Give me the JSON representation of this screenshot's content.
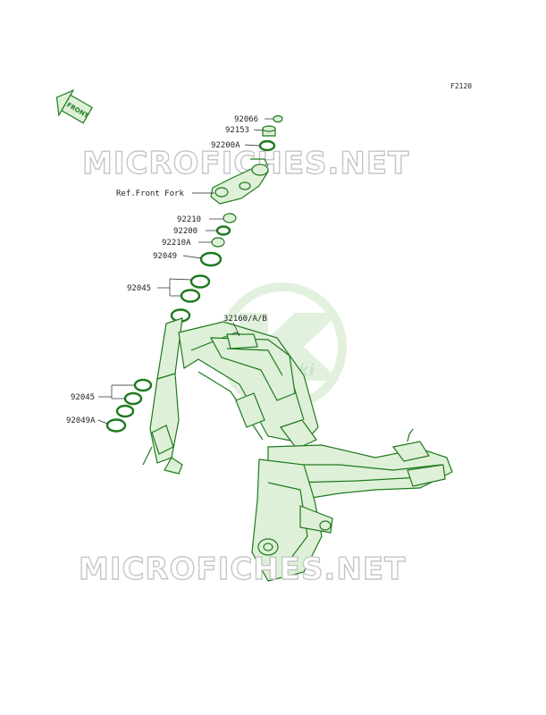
{
  "figure_code": "F2120",
  "direction_badge": "FRONT",
  "watermark_text": "MICROFICHES.NET",
  "center_logo_text": "Kawasaki",
  "part_labels": {
    "p92066": "92066",
    "p92153": "92153",
    "p92200A": "92200A",
    "ref_front_fork": "Ref.Front Fork",
    "p92210": "92210",
    "p92200": "92200",
    "p92210A": "92210A",
    "p92049": "92049",
    "p92045_top": "92045",
    "p32160": "32160/A/B",
    "p92045_low": "92045",
    "p92049A": "92049A"
  },
  "colors": {
    "part_stroke": "#1d7a1d",
    "part_fill": "#dff0d8",
    "logo_green": "#c9e6c4",
    "watermark_stroke": "#c6c6c6"
  }
}
